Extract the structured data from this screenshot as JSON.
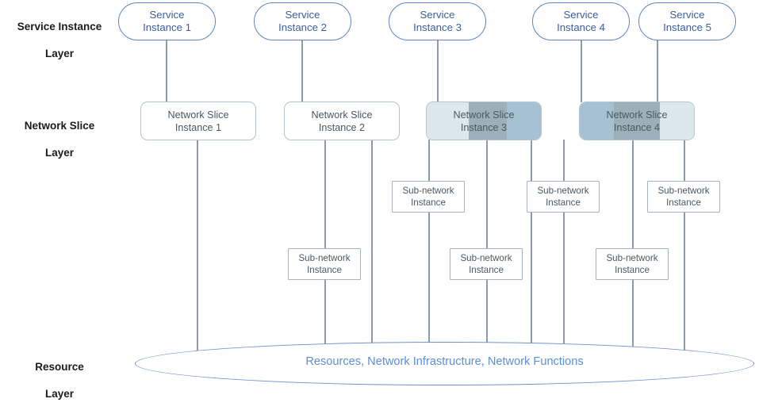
{
  "diagram": {
    "title": "Network Slicing Layered Architecture",
    "colors": {
      "service_border": "#5b85c4",
      "service_text": "#3a5f9e",
      "slice_border": "#b4c3cd",
      "slice_text": "#4c5760",
      "subnet_border": "#a9b3bd",
      "subnet_text": "#4c5760",
      "connector": "#8e9aa6",
      "ellipse_border": "#6f93cb",
      "resource_text": "#5b8fd4",
      "band_light": "#dde8ee",
      "band_dark": "#9cb0bb",
      "band_medium": "#a6c2d2",
      "layer_label": "#1b1b1b"
    },
    "layers": [
      {
        "id": "service-instance-layer",
        "line1": "Service Instance",
        "line2": "Layer"
      },
      {
        "id": "network-slice-layer",
        "line1": "Network Slice",
        "line2": "Layer"
      },
      {
        "id": "resource-layer",
        "line1": "Resource",
        "line2": "Layer"
      }
    ],
    "service_instances": [
      {
        "id": "service-instance-1",
        "line1": "Service",
        "line2": "Instance 1"
      },
      {
        "id": "service-instance-2",
        "line1": "Service",
        "line2": "Instance 2"
      },
      {
        "id": "service-instance-3",
        "line1": "Service",
        "line2": "Instance 3"
      },
      {
        "id": "service-instance-4",
        "line1": "Service",
        "line2": "Instance 4"
      },
      {
        "id": "service-instance-5",
        "line1": "Service",
        "line2": "Instance 5"
      }
    ],
    "network_slice_instances": [
      {
        "id": "network-slice-instance-1",
        "line1": "Network Slice",
        "line2": "Instance 1",
        "shaded": false
      },
      {
        "id": "network-slice-instance-2",
        "line1": "Network Slice",
        "line2": "Instance 2",
        "shaded": false
      },
      {
        "id": "network-slice-instance-3",
        "line1": "Network Slice",
        "line2": "Instance 3",
        "shaded": true
      },
      {
        "id": "network-slice-instance-4",
        "line1": "Network Slice",
        "line2": "Instance 4",
        "shaded": true
      }
    ],
    "sub_network_instances": [
      {
        "id": "sub-network-instance-1",
        "line1": "Sub-network",
        "line2": "Instance"
      },
      {
        "id": "sub-network-instance-2",
        "line1": "Sub-network",
        "line2": "Instance"
      },
      {
        "id": "sub-network-instance-3",
        "line1": "Sub-network",
        "line2": "Instance"
      },
      {
        "id": "sub-network-instance-4",
        "line1": "Sub-network",
        "line2": "Instance"
      },
      {
        "id": "sub-network-instance-5",
        "line1": "Sub-network",
        "line2": "Instance"
      },
      {
        "id": "sub-network-instance-6",
        "line1": "Sub-network",
        "line2": "Instance"
      }
    ],
    "resource_pool": {
      "id": "resource-pool",
      "label": "Resources, Network Infrastructure, Network Functions"
    }
  }
}
